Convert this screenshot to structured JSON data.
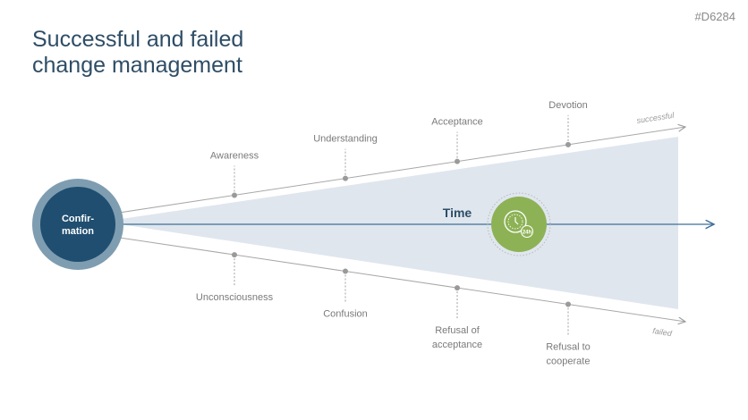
{
  "slide_id": "#D6284",
  "title": {
    "line1": "Successful and failed",
    "line2": "change management"
  },
  "center": {
    "line1": "Confir-",
    "line2": "mation"
  },
  "axis_label": "Time",
  "axis_icon": "clock-24h-icon",
  "successful": {
    "tag": "successful",
    "stages": [
      {
        "lines": [
          "Awareness"
        ]
      },
      {
        "lines": [
          "Understanding"
        ]
      },
      {
        "lines": [
          "Acceptance"
        ]
      },
      {
        "lines": [
          "Devotion"
        ]
      }
    ]
  },
  "failed": {
    "tag": "failed",
    "stages": [
      {
        "lines": [
          "Unconsciousness"
        ]
      },
      {
        "lines": [
          "Confusion"
        ]
      },
      {
        "lines": [
          "Refusal of",
          "acceptance"
        ]
      },
      {
        "lines": [
          "Refusal to",
          "cooperate"
        ]
      }
    ]
  },
  "colors": {
    "title": "#2e4d66",
    "circle_inner": "#1f4e70",
    "circle_ring": "#7f9db1",
    "wedge": "#dfe6ee",
    "arrow": "#3e6f99",
    "clock_badge": "#8db255"
  }
}
